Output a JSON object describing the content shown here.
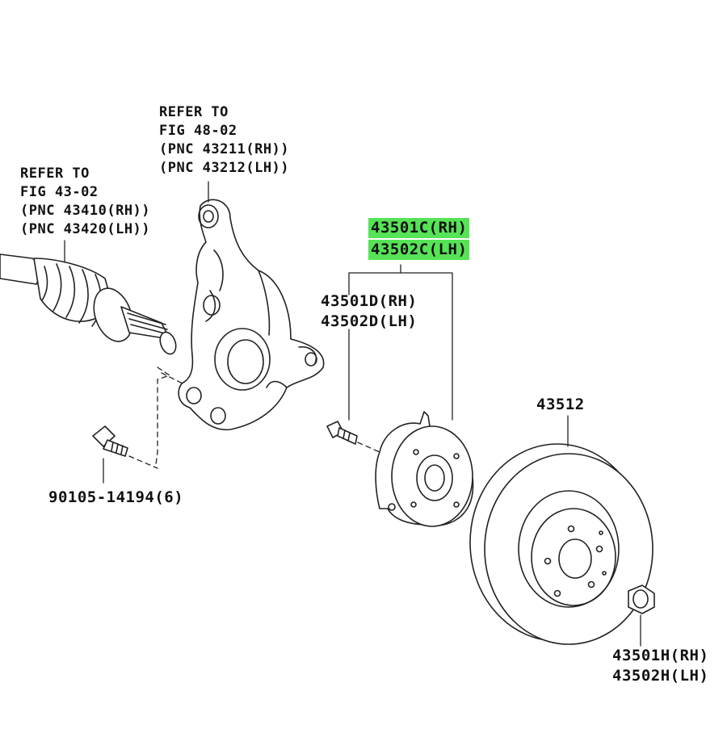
{
  "knuckle_ref": {
    "line1": "REFER TO",
    "line2": "FIG 48-02",
    "line3": "(PNC 43211(RH))",
    "line4": "(PNC 43212(LH))"
  },
  "shaft_ref": {
    "line1": "REFER TO",
    "line2": "FIG 43-02",
    "line3": "(PNC 43410(RH))",
    "line4": "(PNC 43420(LH))"
  },
  "hub_assembly": {
    "rh": "43501C(RH)",
    "lh": "43502C(LH)",
    "highlight_color": "#56e356"
  },
  "hub_bolt": {
    "rh": "43501D(RH)",
    "lh": "43502D(LH)"
  },
  "disc": {
    "part_no": "43512"
  },
  "knuckle_bolt": {
    "part_no": "90105-14194(6)"
  },
  "hub_nut": {
    "rh": "43501H(RH)",
    "lh": "43502H(LH)"
  }
}
